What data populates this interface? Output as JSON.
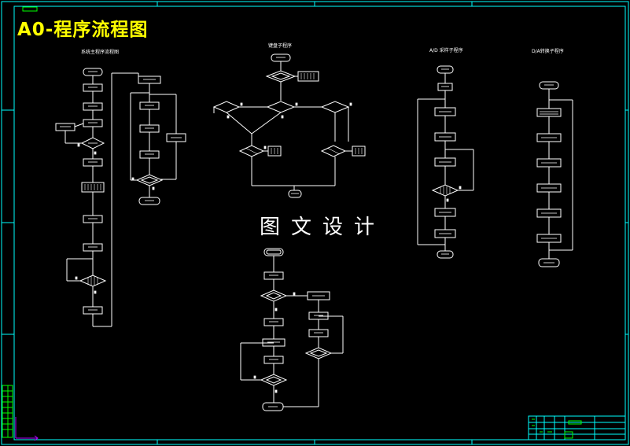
{
  "title": "A0-程序流程图",
  "watermark": "图文设计",
  "flowcharts": {
    "main": {
      "label": "系统主程序流程图"
    },
    "keyboard": {
      "label": "键盘子程序"
    },
    "ad": {
      "label": "A/D 采样子程序"
    },
    "da": {
      "label": "D/A转换子程序"
    }
  },
  "colors": {
    "background": "#000000",
    "line": "#ffffff",
    "frame": "#00ffff",
    "title": "#ffff00",
    "accent": "#00ff00"
  }
}
